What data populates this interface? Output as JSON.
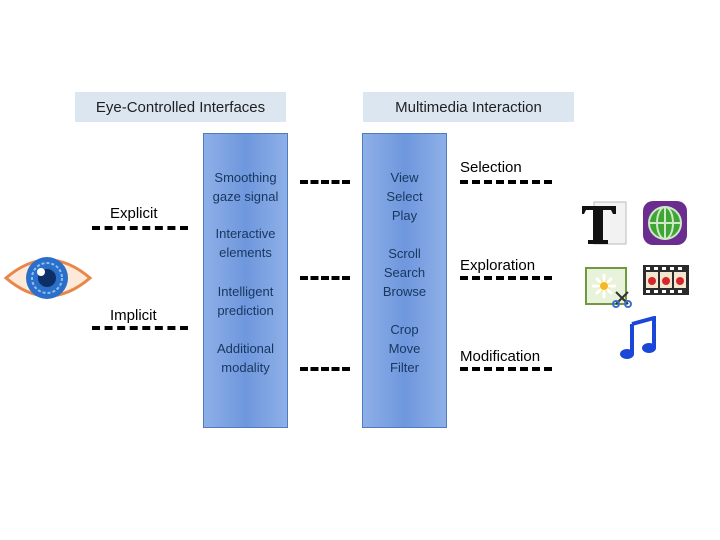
{
  "headers": {
    "left": "Eye-Controlled Interfaces",
    "right": "Multimedia Interaction"
  },
  "inputs": {
    "explicit": "Explicit",
    "implicit": "Implicit"
  },
  "left_column": [
    {
      "line1": "Smoothing",
      "line2": "gaze signal"
    },
    {
      "line1": "Interactive",
      "line2": "elements"
    },
    {
      "line1": "Intelligent",
      "line2": "prediction"
    },
    {
      "line1": "Additional",
      "line2": "modality"
    }
  ],
  "right_column": [
    {
      "line1": "View",
      "line2": "Select",
      "line3": "Play"
    },
    {
      "line1": "Scroll",
      "line2": "Search",
      "line3": "Browse"
    },
    {
      "line1": "Crop",
      "line2": "Move",
      "line3": "Filter"
    }
  ],
  "outputs": {
    "selection": "Selection",
    "exploration": "Exploration",
    "modification": "Modification"
  },
  "colors": {
    "header_bg": "#dce6f1",
    "column_fill": "#7aa0e0",
    "column_text": "#17375e",
    "eye_iris": "#2a6fc9"
  },
  "icons": [
    "eye-icon",
    "text-document-icon",
    "globe-app-icon",
    "photo-edit-icon",
    "film-strip-icon",
    "music-note-icon"
  ]
}
